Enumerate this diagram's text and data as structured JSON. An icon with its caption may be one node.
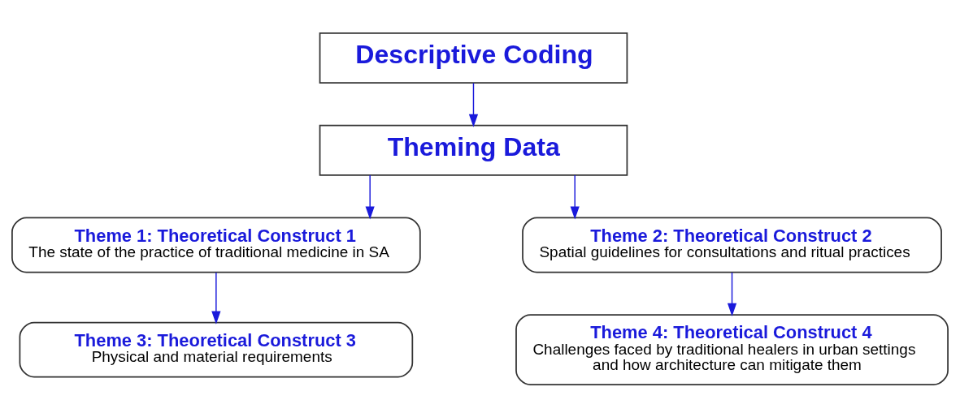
{
  "diagram": {
    "nodes": [
      {
        "text": [
          "Descriptive Coding"
        ]
      },
      {
        "text": [
          "Theming Data"
        ]
      },
      {
        "text": [
          "Theme 1: Theoretical Construct 1",
          "The state of the practice of traditional medicine in SA"
        ]
      },
      {
        "text": [
          "Theme 2: Theoretical Construct 2",
          "Spatial guidelines for consultations and ritual practices"
        ]
      },
      {
        "text": [
          "Theme 3: Theoretical Construct 3",
          "Physical and material requirements"
        ]
      },
      {
        "text": [
          "Theme 4: Theoretical Construct 4",
          "Challenges faced by traditional healers in urban settings and how architecture can mitigate them"
        ]
      }
    ],
    "edges": [
      {
        "from": 0,
        "to": 1,
        "arrow": "to"
      },
      {
        "from": 1,
        "to": 2,
        "arrow": "to"
      },
      {
        "from": 1,
        "to": 3,
        "arrow": "to"
      },
      {
        "from": 2,
        "to": 4,
        "arrow": "to"
      },
      {
        "from": 3,
        "to": 5,
        "arrow": "to"
      }
    ]
  }
}
